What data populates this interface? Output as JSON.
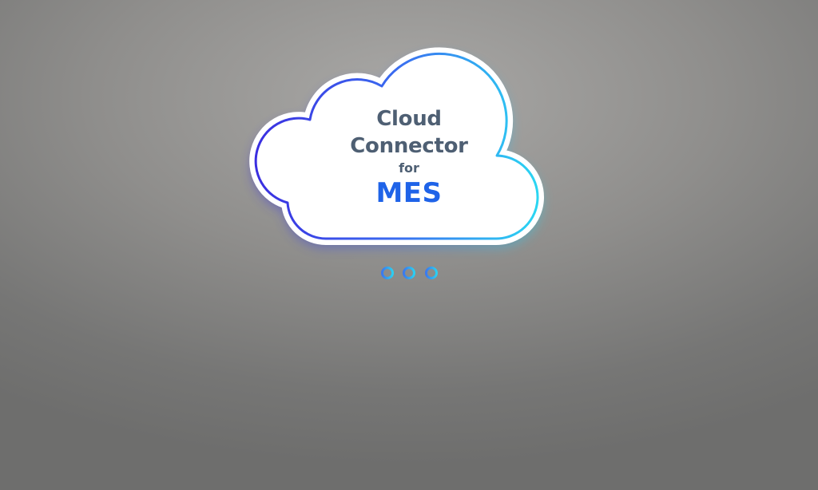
{
  "logo": {
    "line1": "Cloud",
    "line2": "Connector",
    "line3": "for",
    "line4": "MES"
  },
  "colors": {
    "outline_start": "#3a2ee0",
    "outline_end": "#2bd6f2",
    "product_accent": "#1f63e8",
    "text_primary": "#4e5f73",
    "network_icon": "#33b4f0"
  },
  "icons": {
    "cloud": "cloud-shape",
    "network": "network-nodes-icon"
  }
}
